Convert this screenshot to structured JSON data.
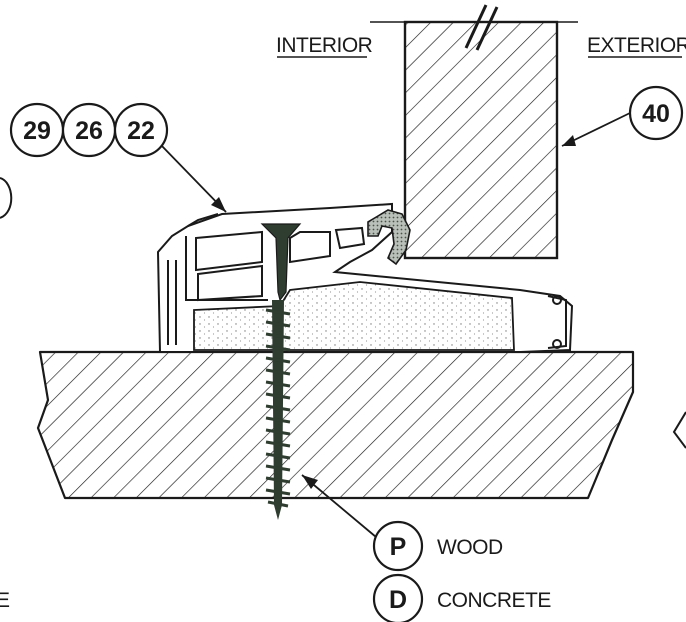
{
  "labels": {
    "interior": "INTERIOR",
    "exterior": "EXTERIOR"
  },
  "callouts": {
    "c29": "29",
    "c26": "26",
    "c22": "22",
    "c40": "40"
  },
  "legend": {
    "p_key": "P",
    "p_text": "WOOD",
    "d_key": "D",
    "d_text": "CONCRETE",
    "cut_edge_text": "E"
  },
  "colors": {
    "line": "#1a1a1a",
    "screw": "#2f3d30",
    "insulation_fill": "#f1f1ee",
    "seal_fill": "#9aa39a"
  }
}
